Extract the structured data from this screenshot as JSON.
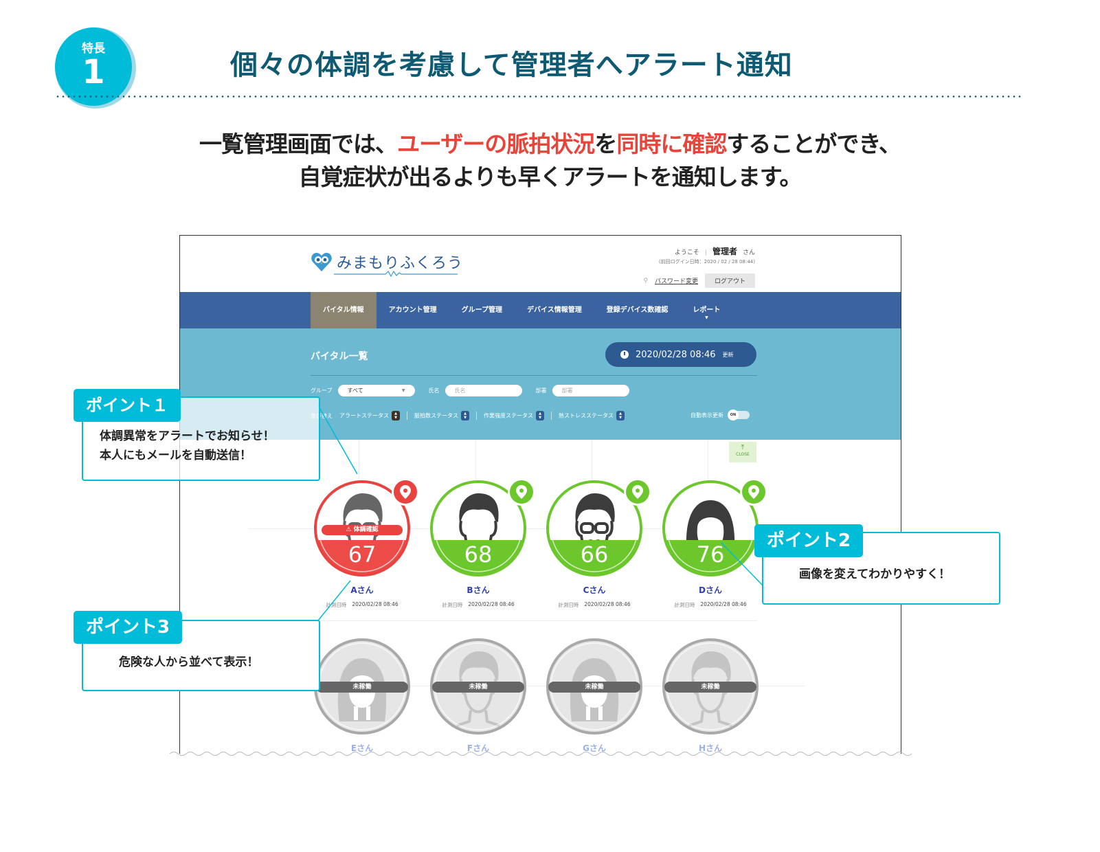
{
  "header": {
    "badge_label": "特長",
    "badge_number": "1",
    "title": "個々の体調を考慮して管理者へアラート通知"
  },
  "subtitle": {
    "line1_part1": "一覧管理画面では、",
    "line1_red1": "ユーザーの脈拍状況",
    "line1_part2": "を",
    "line1_red2": "同時に確認",
    "line1_part3": "することができ、",
    "line2": "自覚症状が出るよりも早くアラートを通知します。"
  },
  "colors": {
    "accent": "#00bcd8",
    "title": "#0e5a72",
    "highlight": "#e8443a",
    "alert": "#e8433f",
    "normal": "#6cc72d",
    "nav": "#3b63a0",
    "panel": "#6cb9d1"
  },
  "app": {
    "logo_text": "みまもりふくろう",
    "user": {
      "welcome": "ようこそ",
      "name": "管理者",
      "suffix": "さん",
      "last_login": "(前回ログイン日時：2020 / 02 / 28 08:44)",
      "password_link": "パスワード変更",
      "logout": "ログアウト"
    },
    "nav": [
      {
        "label": "バイタル情報",
        "active": true
      },
      {
        "label": "アカウント管理"
      },
      {
        "label": "グループ管理"
      },
      {
        "label": "デバイス情報管理"
      },
      {
        "label": "登録デバイス数確認"
      },
      {
        "label": "レポート",
        "dropdown": true
      }
    ],
    "panel_title": "バイタル一覧",
    "updated": {
      "datetime": "2020/02/28 08:46",
      "suffix": "更新"
    },
    "filters": {
      "group_label": "グループ",
      "group_value": "すべて",
      "name_label": "氏名",
      "name_placeholder": "氏名",
      "dept_label": "部署",
      "dept_placeholder": "部署"
    },
    "sort": {
      "label": "並び替え",
      "options": [
        "アラートステータス",
        "脈拍数ステータス",
        "作業強度ステータス",
        "熱ストレスステータス"
      ]
    },
    "auto_refresh": {
      "label": "自動表示更新",
      "state": "ON"
    },
    "close_label": "CLOSE",
    "measure_label": "計測日時",
    "users": [
      {
        "name": "Aさん",
        "pulse": "67",
        "status": "alert",
        "alert_label": "体調確認",
        "measured": "2020/02/28 08:46",
        "avatar": "man-glasses"
      },
      {
        "name": "Bさん",
        "pulse": "68",
        "status": "normal",
        "measured": "2020/02/28 08:46",
        "avatar": "man"
      },
      {
        "name": "Cさん",
        "pulse": "66",
        "status": "normal",
        "measured": "2020/02/28 08:46",
        "avatar": "man-mustache"
      },
      {
        "name": "Dさん",
        "pulse": "76",
        "status": "normal",
        "measured": "2020/02/28 08:46",
        "avatar": "woman"
      },
      {
        "name": "Eさん",
        "status": "offline",
        "offline_label": "未稼働"
      },
      {
        "name": "Fさん",
        "status": "offline",
        "offline_label": "未稼働"
      },
      {
        "name": "Gさん",
        "status": "offline",
        "offline_label": "未稼働"
      },
      {
        "name": "Hさん",
        "status": "offline",
        "offline_label": "未稼働"
      }
    ]
  },
  "callouts": [
    {
      "tag": "ポイント１",
      "lines": [
        "体調異常をアラートでお知らせ！",
        "本人にもメールを自動送信！"
      ]
    },
    {
      "tag": "ポイント2",
      "lines": [
        "画像を変えてわかりやすく！"
      ]
    },
    {
      "tag": "ポイント3",
      "lines": [
        "危険な人から並べて表示！"
      ]
    }
  ]
}
